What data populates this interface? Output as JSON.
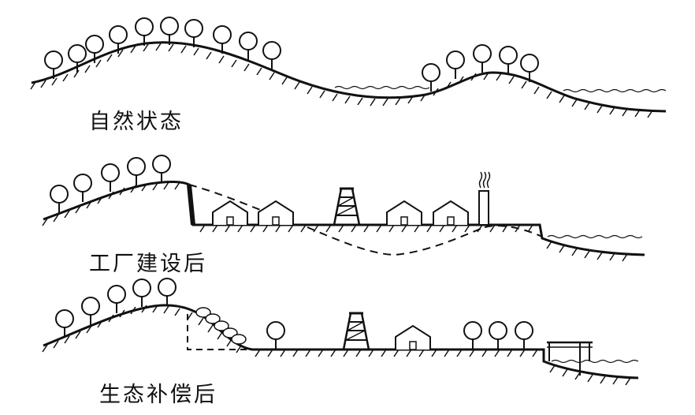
{
  "diagram": {
    "panels": [
      {
        "id": "natural",
        "caption": "自然状态"
      },
      {
        "id": "after-factory",
        "caption": "工厂建设后"
      },
      {
        "id": "after-compensation",
        "caption": "生态补偿后"
      }
    ]
  }
}
